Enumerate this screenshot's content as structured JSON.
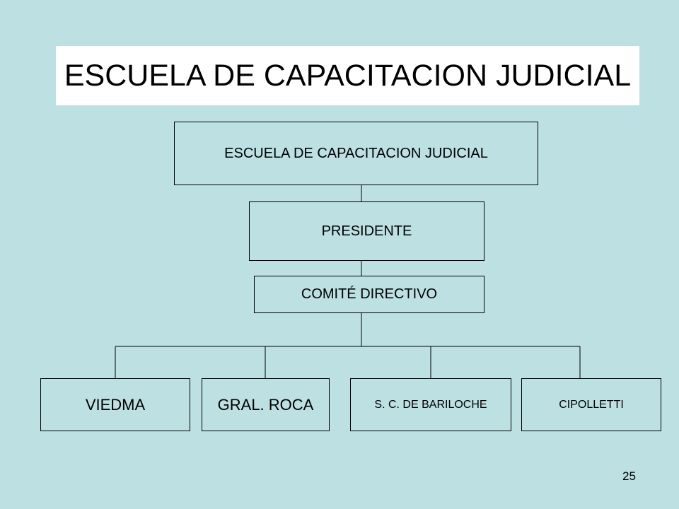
{
  "title": "ESCUELA DE CAPACITACION JUDICIAL",
  "org_chart": {
    "root": "ESCUELA DE CAPACITACION JUDICIAL",
    "president": "PRESIDENTE",
    "committee": "COMITÉ DIRECTIVO",
    "branches": [
      "VIEDMA",
      "GRAL. ROCA",
      "S. C. DE BARILOCHE",
      "CIPOLLETTI"
    ]
  },
  "page_number": "25",
  "colors": {
    "background": "#bde0e3",
    "title_background": "#ffffff",
    "line": "#000000"
  }
}
